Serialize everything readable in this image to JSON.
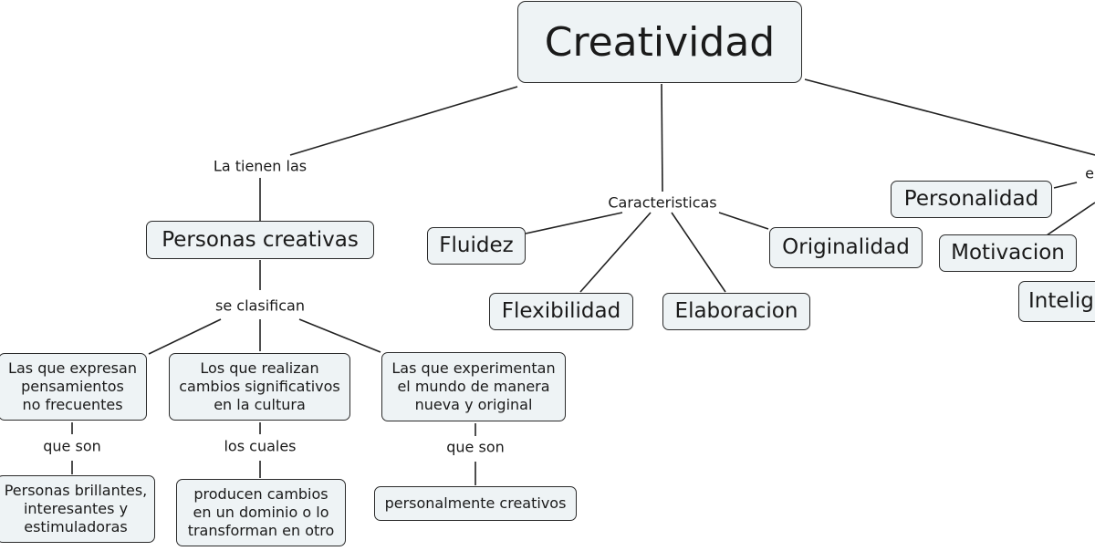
{
  "root": "Creatividad",
  "links": {
    "la_tienen": "La tienen las",
    "caracteristicas": "Caracteristicas",
    "se_clasifican": "se clasifican",
    "que_son_1": "que son",
    "los_cuales": "los cuales",
    "que_son_2": "que son",
    "right_partial": "e"
  },
  "nodes": {
    "personas_creativas": "Personas creativas",
    "fluidez": "Fluidez",
    "flexibilidad": "Flexibilidad",
    "elaboracion": "Elaboracion",
    "originalidad": "Originalidad",
    "personalidad": "Personalidad",
    "motivacion": "Motivacion",
    "inteligencia_partial": "Intelig",
    "expresan": [
      "Las que expresan",
      "pensamientos",
      "no frecuentes"
    ],
    "realizan": [
      "Los que realizan",
      "cambios significativos",
      "en la cultura"
    ],
    "experimentan": [
      "Las que experimentan",
      "el mundo de manera",
      "nueva y original"
    ],
    "brillantes": [
      "Personas brillantes,",
      "interesantes y",
      "estimuladoras"
    ],
    "producen": [
      "producen cambios",
      "en un dominio o lo",
      "transforman en otro"
    ],
    "personalmente": "personalmente creativos"
  }
}
